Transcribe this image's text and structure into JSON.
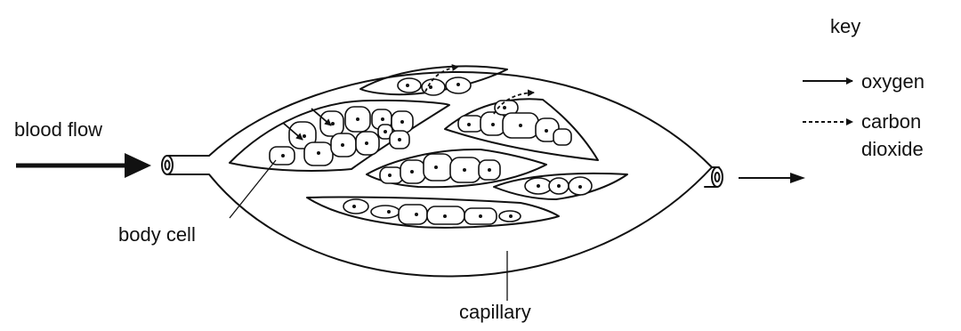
{
  "labels": {
    "blood_flow": "blood flow",
    "body_cell": "body cell",
    "capillary": "capillary"
  },
  "key": {
    "title": "key",
    "oxygen": "oxygen",
    "carbon_dioxide_line1": "carbon",
    "carbon_dioxide_line2": "dioxide"
  },
  "colors": {
    "stroke": "#111111",
    "background": "#ffffff"
  }
}
